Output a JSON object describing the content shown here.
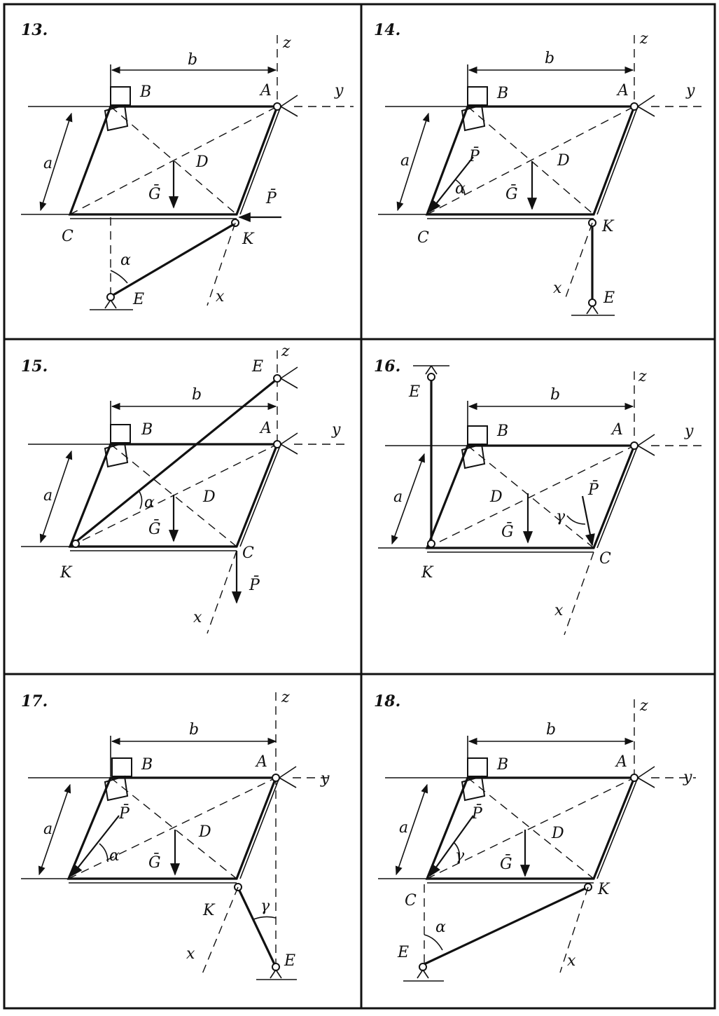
{
  "colors": {
    "ink": "#111111",
    "paper": "#ffffff"
  },
  "panels": [
    {
      "number": "13.",
      "labels": {
        "A": "A",
        "B": "B",
        "C": "C",
        "K": "K",
        "E": "E",
        "D": "D",
        "G": "Ḡ",
        "P": "P̄",
        "a": "a",
        "b": "b",
        "x": "x",
        "y": "y",
        "z": "z",
        "angle": "α"
      }
    },
    {
      "number": "14.",
      "labels": {
        "A": "A",
        "B": "B",
        "C": "C",
        "K": "K",
        "E": "E",
        "D": "D",
        "G": "Ḡ",
        "P": "P̄",
        "a": "a",
        "b": "b",
        "x": "x",
        "y": "y",
        "z": "z",
        "angle": "α"
      }
    },
    {
      "number": "15.",
      "labels": {
        "A": "A",
        "B": "B",
        "C": "C",
        "K": "K",
        "E": "E",
        "D": "D",
        "G": "Ḡ",
        "P": "P̄",
        "a": "a",
        "b": "b",
        "x": "x",
        "y": "y",
        "z": "z",
        "angle": "α"
      }
    },
    {
      "number": "16.",
      "labels": {
        "A": "A",
        "B": "B",
        "C": "C",
        "K": "K",
        "E": "E",
        "D": "D",
        "G": "Ḡ",
        "P": "P̄",
        "a": "a",
        "b": "b",
        "x": "x",
        "y": "y",
        "z": "z",
        "angle": "γ"
      }
    },
    {
      "number": "17.",
      "labels": {
        "A": "A",
        "B": "B",
        "K": "K",
        "E": "E",
        "D": "D",
        "G": "Ḡ",
        "P": "P̄",
        "a": "a",
        "b": "b",
        "x": "x",
        "y": "y",
        "z": "z",
        "angle": "α",
        "angle2": "γ"
      }
    },
    {
      "number": "18.",
      "labels": {
        "A": "A",
        "B": "B",
        "C": "C",
        "K": "K",
        "E": "E",
        "D": "D",
        "G": "Ḡ",
        "P": "P̄",
        "a": "a",
        "b": "b",
        "x": "x",
        "y": "y",
        "z": "z",
        "angle": "α",
        "angle2": "γ"
      }
    }
  ]
}
